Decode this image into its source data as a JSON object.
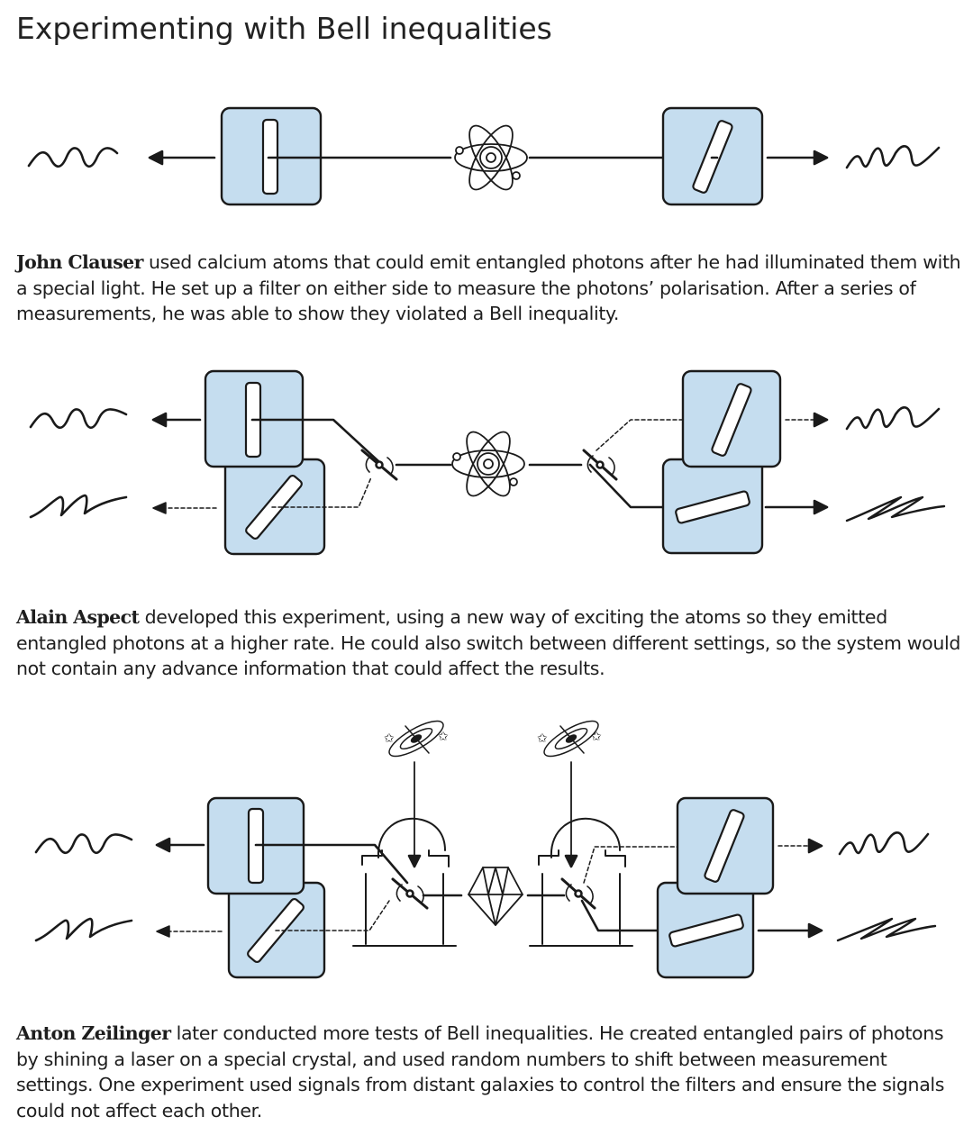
{
  "title": "Experimenting with Bell inequalities",
  "panels": [
    {
      "name": "John Clauser",
      "text": "used calcium atoms that could emit entangled photons after he had illuminated them with a special light. He set up a filter on either side to measure the photons’ polarisation. After a series of measurements, he was able to show they violated a Bell inequality."
    },
    {
      "name": "Alain Aspect",
      "text": "developed this experiment, using a new way of exciting the atoms so they emitted entangled photons at a higher rate. He could also switch between different settings, so the system would not contain any advance information that could affect the results."
    },
    {
      "name": "Anton Zeilinger",
      "text": "later conducted more tests of Bell inequalities. He created entangled pairs of photons by shining a laser on a special crystal, and used random numbers to shift between measurement settings. One experiment used signals from distant galaxies to control the filters and ensure the signals could not affect each other."
    }
  ],
  "colors": {
    "filter_fill": "#c5ddef",
    "stroke": "#1a1a1a",
    "background": "#ffffff"
  },
  "icons": [
    "atom-icon",
    "crystal-icon",
    "galaxy-icon",
    "star-icon",
    "wave-icon",
    "polarizing-filter-icon",
    "switch-mirror-icon"
  ]
}
